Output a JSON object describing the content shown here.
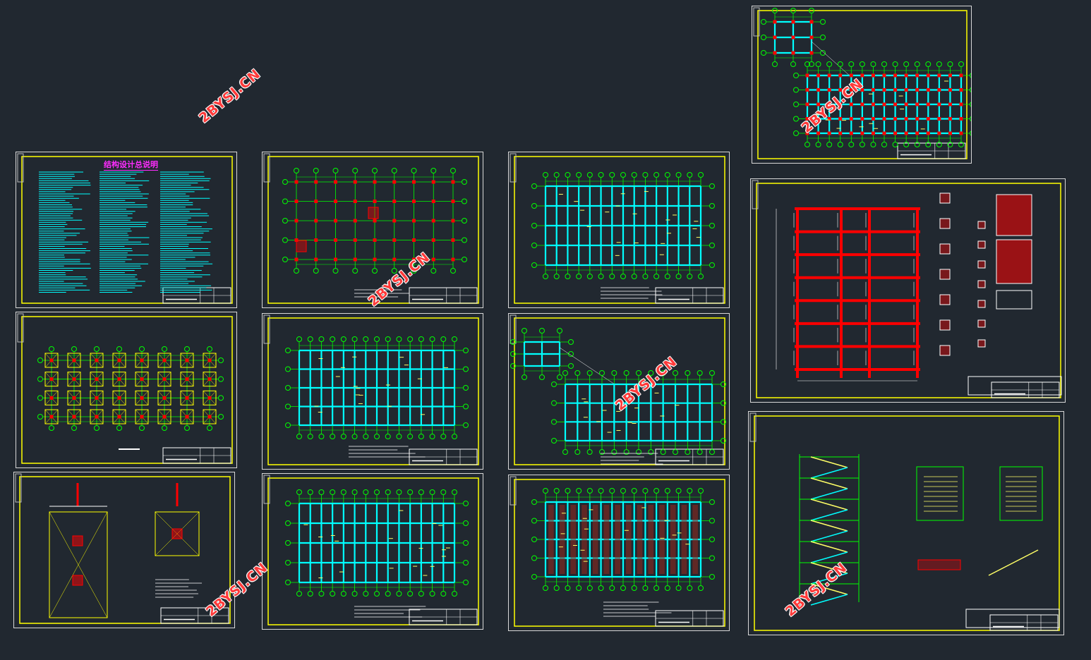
{
  "canvas": {
    "background": "#212830"
  },
  "watermark": {
    "text": "2BYSJ.CN",
    "color": "#ff3a3a"
  },
  "general_notes_title": "结构设计总说明",
  "sheets": [
    {
      "name": "sheet-general-notes"
    },
    {
      "name": "sheet-column-layout-plan"
    },
    {
      "name": "sheet-floor-beam-plan-1"
    },
    {
      "name": "sheet-foundation-plan"
    },
    {
      "name": "sheet-floor-slab-plan-1"
    },
    {
      "name": "sheet-stair-slab-plan"
    },
    {
      "name": "sheet-footing-details"
    },
    {
      "name": "sheet-floor-slab-plan-2"
    },
    {
      "name": "sheet-roof-rebar-plan"
    },
    {
      "name": "sheet-roof-plan-top"
    },
    {
      "name": "sheet-frame-elevation"
    },
    {
      "name": "sheet-stair-details"
    }
  ],
  "colors": {
    "border": "#d8d8d8",
    "frame": "#ffff00",
    "grid": "#00ff00",
    "beam": "#00ffff",
    "column": "#ff0000",
    "text": "#ffffff",
    "title": "#ff2cff"
  }
}
